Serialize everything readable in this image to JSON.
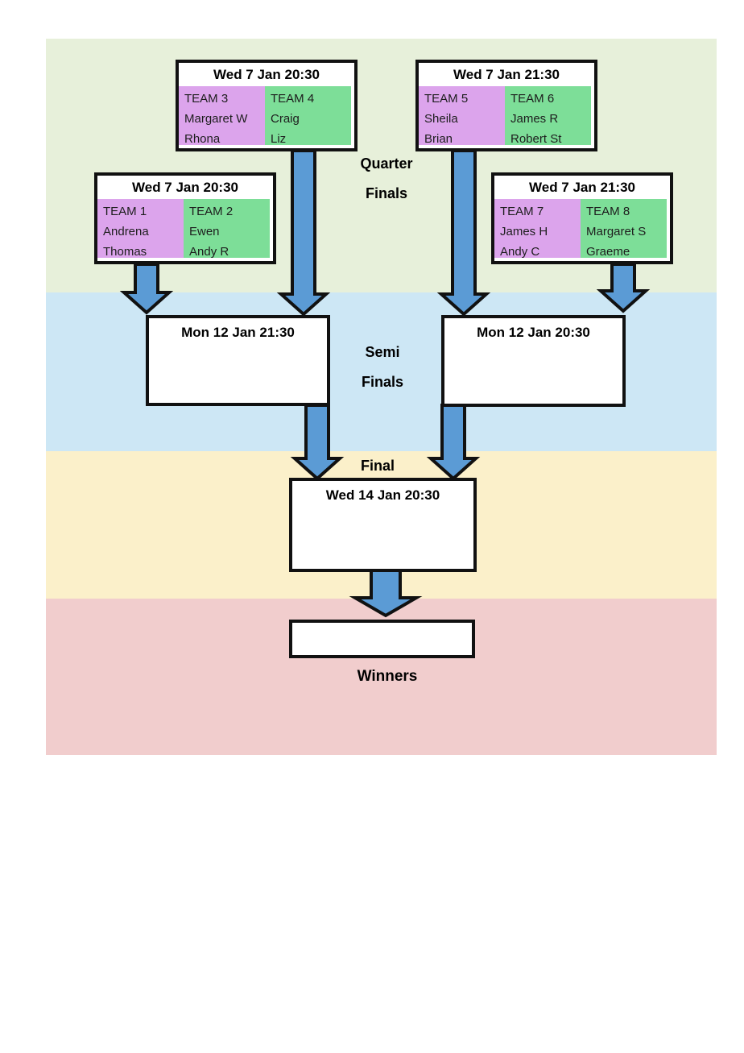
{
  "stage_labels": {
    "quarter": [
      "Quarter",
      "Finals"
    ],
    "semi": [
      "Semi",
      "Finals"
    ],
    "final": "Final",
    "winners": "Winners"
  },
  "matches": {
    "qf1": {
      "datetime": "Wed 7 Jan 20:30",
      "left": {
        "name": "TEAM 3",
        "player1": "Margaret W",
        "player2": "Rhona"
      },
      "right": {
        "name": "TEAM 4",
        "player1": "Craig",
        "player2": "Liz"
      }
    },
    "qf2": {
      "datetime": "Wed 7 Jan 21:30",
      "left": {
        "name": "TEAM 5",
        "player1": "Sheila",
        "player2": "Brian"
      },
      "right": {
        "name": "TEAM 6",
        "player1": "James R",
        "player2": "Robert St"
      }
    },
    "qf3": {
      "datetime": "Wed 7 Jan 20:30",
      "left": {
        "name": "TEAM 1",
        "player1": "Andrena",
        "player2": "Thomas"
      },
      "right": {
        "name": "TEAM 2",
        "player1": "Ewen",
        "player2": "Andy R"
      }
    },
    "qf4": {
      "datetime": "Wed 7 Jan 21:30",
      "left": {
        "name": "TEAM 7",
        "player1": "James H",
        "player2": "Andy C"
      },
      "right": {
        "name": "TEAM 8",
        "player1": "Margaret S",
        "player2": "Graeme"
      }
    },
    "semi1": {
      "datetime": "Mon 12 Jan 21:30"
    },
    "semi2": {
      "datetime": "Mon 12 Jan 20:30"
    },
    "final": {
      "datetime": "Wed 14 Jan 20:30"
    },
    "winner": {
      "value": ""
    }
  },
  "colors": {
    "band-quarter": "#E7F0DA",
    "band-semi": "#CDE7F5",
    "band-final": "#FBF0CA",
    "band-winners": "#F1CDCD",
    "cell-left": "#DCA4EC",
    "cell-right": "#7DDE98",
    "arrow-fill": "#5B9BD5",
    "outline": "#111111"
  }
}
